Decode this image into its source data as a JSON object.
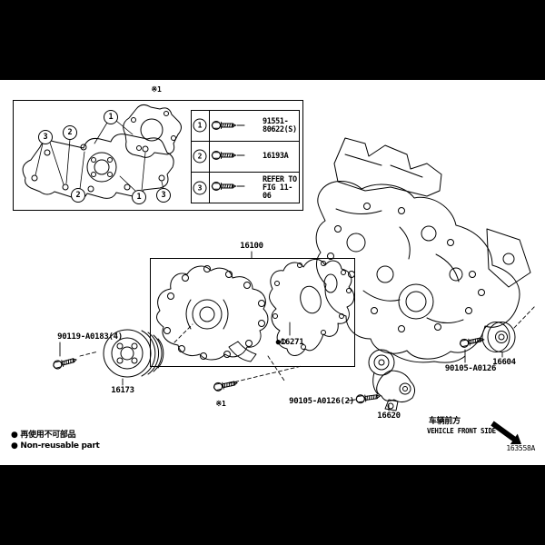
{
  "figure_code": "163558A",
  "ref_mark": "※1",
  "detail_table": {
    "rows": [
      {
        "num": "1",
        "part": "91551-80622(S)"
      },
      {
        "num": "2",
        "part": "16193A"
      },
      {
        "num": "3",
        "part": "REFER TO\nFIG 11-06"
      }
    ]
  },
  "callouts": [
    "1",
    "3",
    "2",
    "2",
    "1",
    "3"
  ],
  "parts": {
    "pump_assy": "16100",
    "gasket": "●16271",
    "pulley_bolt": "90119-A0183(4)",
    "pulley": "16173",
    "mark_bolt": "※1",
    "tensioner_bolt": "90105-A0126(2)",
    "tensioner": "16620",
    "idler_bolt": "90105-A0126",
    "idler": "16604"
  },
  "legend": {
    "cjk": "● 再使用不可部品",
    "en": "● Non-reusable part"
  },
  "front_note": {
    "cjk": "车辆前方",
    "en": "VEHICLE FRONT SIDE"
  },
  "colors": {
    "ink": "#000000",
    "paper": "#ffffff"
  }
}
